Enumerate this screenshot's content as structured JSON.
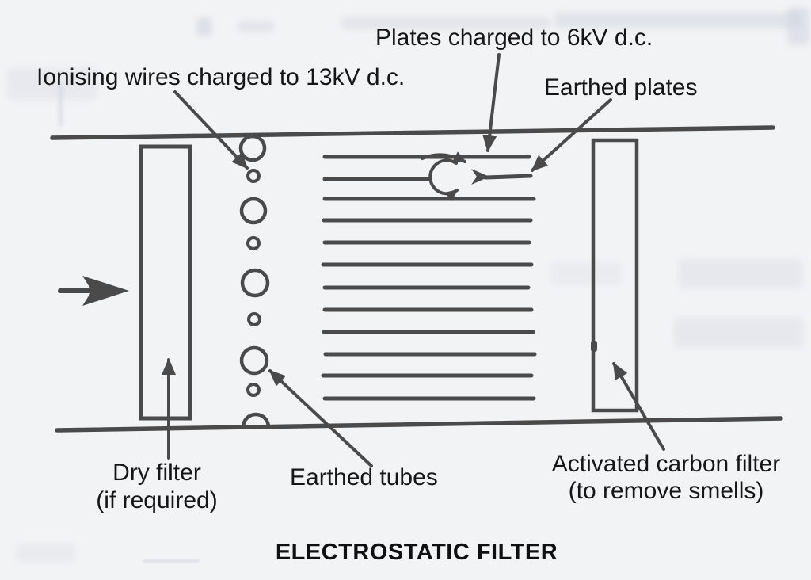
{
  "title": "ELECTROSTATIC FILTER",
  "labels": {
    "plates_charged": "Plates charged to 6kV d.c.",
    "ionising_wires": "Ionising wires charged to 13kV d.c.",
    "earthed_plates": "Earthed plates",
    "dry_filter": [
      "Dry filter",
      "(if required)"
    ],
    "earthed_tubes": "Earthed tubes",
    "activated_carbon": [
      "Activated carbon filter",
      "(to remove smells)"
    ]
  },
  "colors": {
    "ink": "#4a4a4a",
    "text": "#161616",
    "background": "#f2f3f5"
  }
}
